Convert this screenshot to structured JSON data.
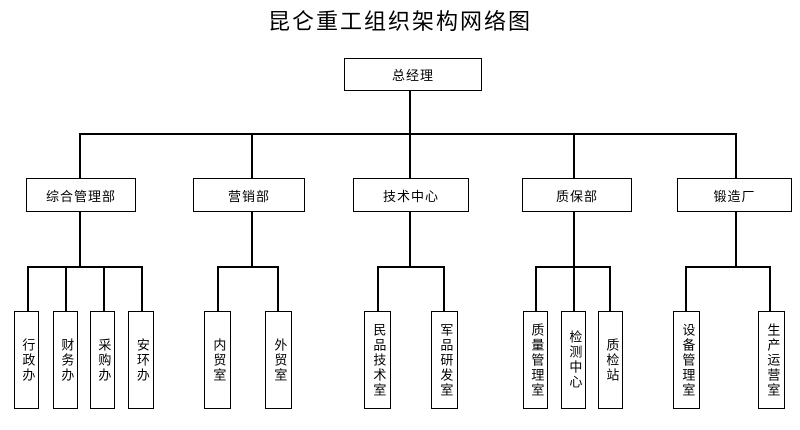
{
  "title": "昆仑重工组织架构网络图",
  "root": "总经理",
  "departments": [
    {
      "name": "综合管理部",
      "children": [
        "行政办",
        "财务办",
        "采购办",
        "安环办"
      ]
    },
    {
      "name": "营销部",
      "children": [
        "内贸室",
        "外贸室"
      ]
    },
    {
      "name": "技术中心",
      "children": [
        "民品技术室",
        "军品研发室"
      ]
    },
    {
      "name": "质保部",
      "children": [
        "质量管理室",
        "检测中心",
        "质检站"
      ]
    },
    {
      "name": "锻造厂",
      "children": [
        "设备管理室",
        "生产运营室"
      ]
    }
  ]
}
